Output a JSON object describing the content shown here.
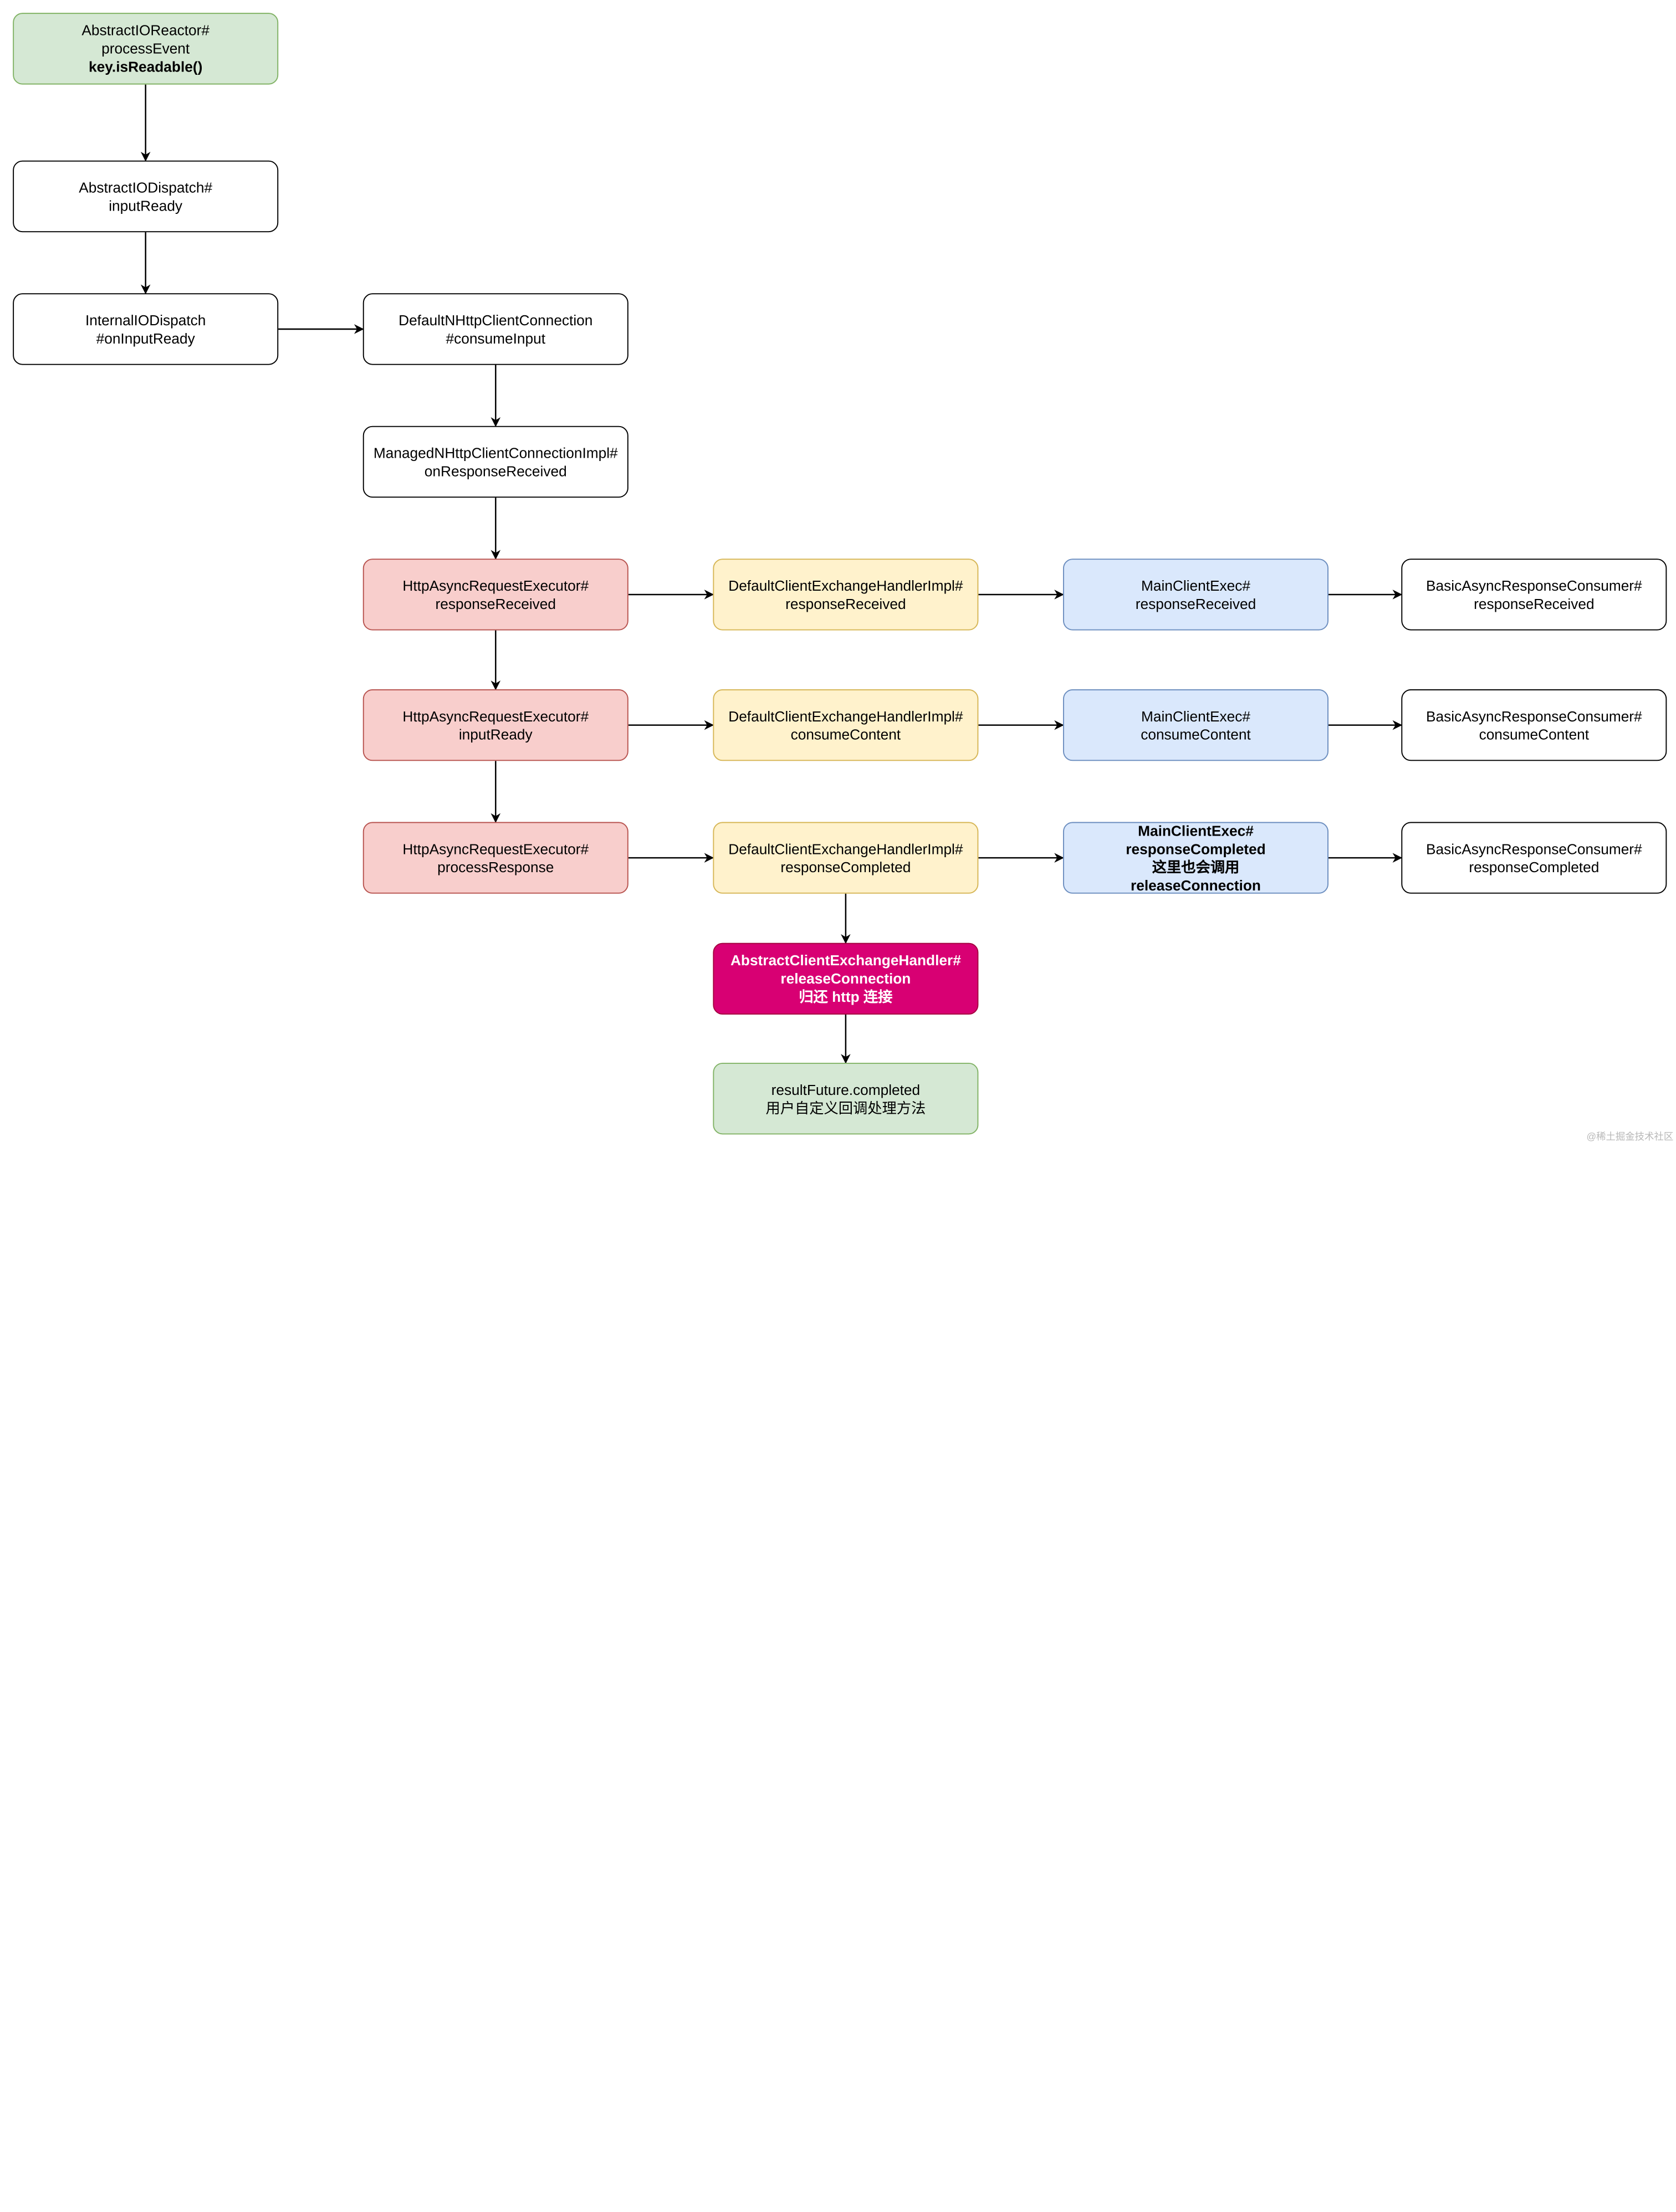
{
  "nodes": [
    {
      "id": "n1",
      "style": "green",
      "lines": [
        {
          "text": "AbstractIOReactor#",
          "bold": false
        },
        {
          "text": "processEvent",
          "bold": false
        },
        {
          "text": "key.isReadable()",
          "bold": true
        }
      ]
    },
    {
      "id": "n2",
      "style": "plain",
      "lines": [
        {
          "text": "AbstractIODispatch#",
          "bold": false
        },
        {
          "text": "inputReady",
          "bold": false
        }
      ]
    },
    {
      "id": "n3",
      "style": "plain",
      "lines": [
        {
          "text": "InternalIODispatch",
          "bold": false
        },
        {
          "text": "#onInputReady",
          "bold": false
        }
      ]
    },
    {
      "id": "n4",
      "style": "plain",
      "lines": [
        {
          "text": "DefaultNHttpClientConnection",
          "bold": false
        },
        {
          "text": "#consumeInput",
          "bold": false
        }
      ]
    },
    {
      "id": "n5",
      "style": "plain",
      "lines": [
        {
          "text": "ManagedNHttpClientConnectionImpl#",
          "bold": false
        },
        {
          "text": "onResponseReceived",
          "bold": false
        }
      ]
    },
    {
      "id": "n6",
      "style": "red",
      "lines": [
        {
          "text": "HttpAsyncRequestExecutor#",
          "bold": false
        },
        {
          "text": "responseReceived",
          "bold": false
        }
      ]
    },
    {
      "id": "n7",
      "style": "yellow",
      "lines": [
        {
          "text": "DefaultClientExchangeHandlerImpl#",
          "bold": false
        },
        {
          "text": "responseReceived",
          "bold": false
        }
      ]
    },
    {
      "id": "n8",
      "style": "blue",
      "lines": [
        {
          "text": "MainClientExec#",
          "bold": false
        },
        {
          "text": "responseReceived",
          "bold": false
        }
      ]
    },
    {
      "id": "n9",
      "style": "plain",
      "lines": [
        {
          "text": "BasicAsyncResponseConsumer#",
          "bold": false
        },
        {
          "text": "responseReceived",
          "bold": false
        }
      ]
    },
    {
      "id": "n10",
      "style": "red",
      "lines": [
        {
          "text": "HttpAsyncRequestExecutor#",
          "bold": false
        },
        {
          "text": "inputReady",
          "bold": false
        }
      ]
    },
    {
      "id": "n11",
      "style": "yellow",
      "lines": [
        {
          "text": "DefaultClientExchangeHandlerImpl#",
          "bold": false
        },
        {
          "text": "consumeContent",
          "bold": false
        }
      ]
    },
    {
      "id": "n12",
      "style": "blue",
      "lines": [
        {
          "text": "MainClientExec#",
          "bold": false
        },
        {
          "text": "consumeContent",
          "bold": false
        }
      ]
    },
    {
      "id": "n13",
      "style": "plain",
      "lines": [
        {
          "text": "BasicAsyncResponseConsumer#",
          "bold": false
        },
        {
          "text": "consumeContent",
          "bold": false
        }
      ]
    },
    {
      "id": "n14",
      "style": "red",
      "lines": [
        {
          "text": "HttpAsyncRequestExecutor#",
          "bold": false
        },
        {
          "text": "processResponse",
          "bold": false
        }
      ]
    },
    {
      "id": "n15",
      "style": "yellow",
      "lines": [
        {
          "text": "DefaultClientExchangeHandlerImpl#",
          "bold": false
        },
        {
          "text": "responseCompleted",
          "bold": false
        }
      ]
    },
    {
      "id": "n16",
      "style": "blue",
      "lines": [
        {
          "text": "MainClientExec#",
          "bold": true
        },
        {
          "text": "responseCompleted",
          "bold": true
        },
        {
          "text": "这里也会调用",
          "bold": true
        },
        {
          "text": "releaseConnection",
          "bold": true
        }
      ]
    },
    {
      "id": "n17",
      "style": "plain",
      "lines": [
        {
          "text": "BasicAsyncResponseConsumer#",
          "bold": false
        },
        {
          "text": "responseCompleted",
          "bold": false
        }
      ]
    },
    {
      "id": "n18",
      "style": "magenta",
      "lines": [
        {
          "text": "AbstractClientExchangeHandler#",
          "bold": true
        },
        {
          "text": "releaseConnection",
          "bold": true
        },
        {
          "text": "归还 http 连接",
          "bold": true
        }
      ]
    },
    {
      "id": "n19",
      "style": "green",
      "lines": [
        {
          "text": "resultFuture.completed",
          "bold": false
        },
        {
          "text": "用户自定义回调处理方法",
          "bold": false
        }
      ]
    }
  ],
  "edges": [
    [
      "n1",
      "n2"
    ],
    [
      "n2",
      "n3"
    ],
    [
      "n3",
      "n4"
    ],
    [
      "n4",
      "n5"
    ],
    [
      "n5",
      "n6"
    ],
    [
      "n6",
      "n7"
    ],
    [
      "n7",
      "n8"
    ],
    [
      "n8",
      "n9"
    ],
    [
      "n6",
      "n10"
    ],
    [
      "n10",
      "n11"
    ],
    [
      "n11",
      "n12"
    ],
    [
      "n12",
      "n13"
    ],
    [
      "n10",
      "n14"
    ],
    [
      "n14",
      "n15"
    ],
    [
      "n15",
      "n16"
    ],
    [
      "n16",
      "n17"
    ],
    [
      "n15",
      "n18"
    ],
    [
      "n18",
      "n19"
    ]
  ],
  "colors": {
    "green_fill": "#d5e8d4",
    "green_stroke": "#82b366",
    "red_fill": "#f8cecc",
    "red_stroke": "#b85450",
    "yellow_fill": "#fff2cc",
    "yellow_stroke": "#d6b656",
    "blue_fill": "#dae8fc",
    "blue_stroke": "#6c8ebf",
    "magenta_fill": "#d80073",
    "magenta_stroke": "#a50040",
    "edge": "#000000"
  },
  "watermark": "@稀土掘金技术社区"
}
